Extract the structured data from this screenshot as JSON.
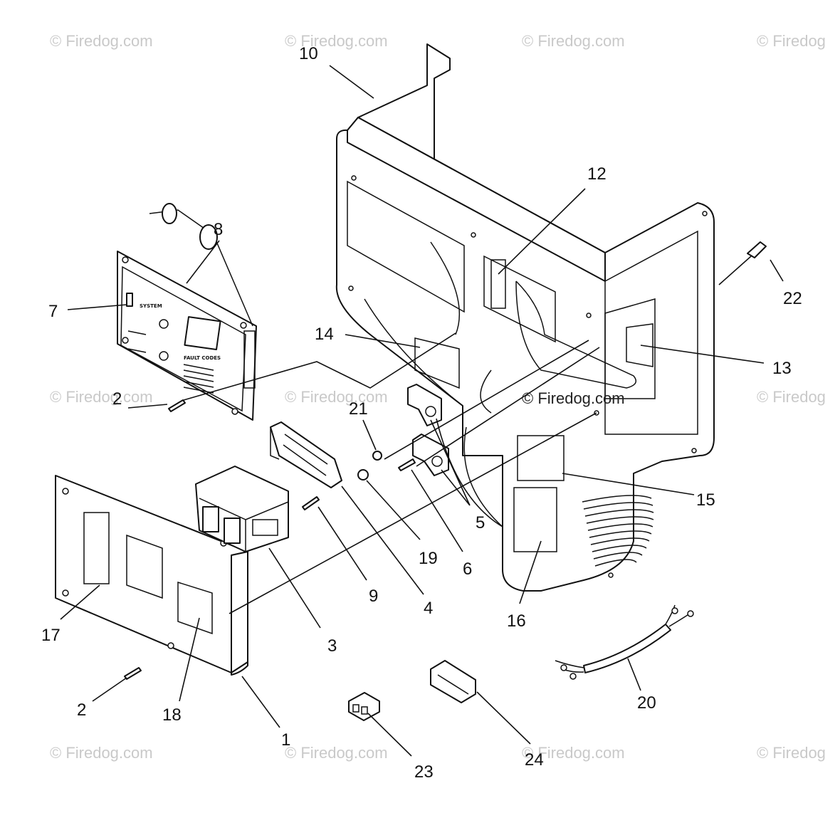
{
  "watermarks": [
    "© Firedog.com",
    "© Firedog.com",
    "© Firedog.com",
    "© Firedog",
    "© Firedog.com",
    "© Firedog.com",
    "© Firedog.com",
    "© Firedog",
    "© Firedog.com",
    "© Firedog.com",
    "© Firedog.com",
    "© Firedog"
  ],
  "watermark_center": "© Firedog.com",
  "callouts": [
    "10",
    "12",
    "8",
    "7",
    "22",
    "14",
    "13",
    "2",
    "21",
    "15",
    "5",
    "19",
    "6",
    "9",
    "4",
    "17",
    "3",
    "16",
    "20",
    "2",
    "18",
    "1",
    "23",
    "24"
  ],
  "panel": {
    "lines": [
      "SYSTEM",
      "FAULT CODES"
    ]
  },
  "colors": {
    "ink": "#111111",
    "watermark": "#c9c9c9",
    "background": "#ffffff"
  }
}
